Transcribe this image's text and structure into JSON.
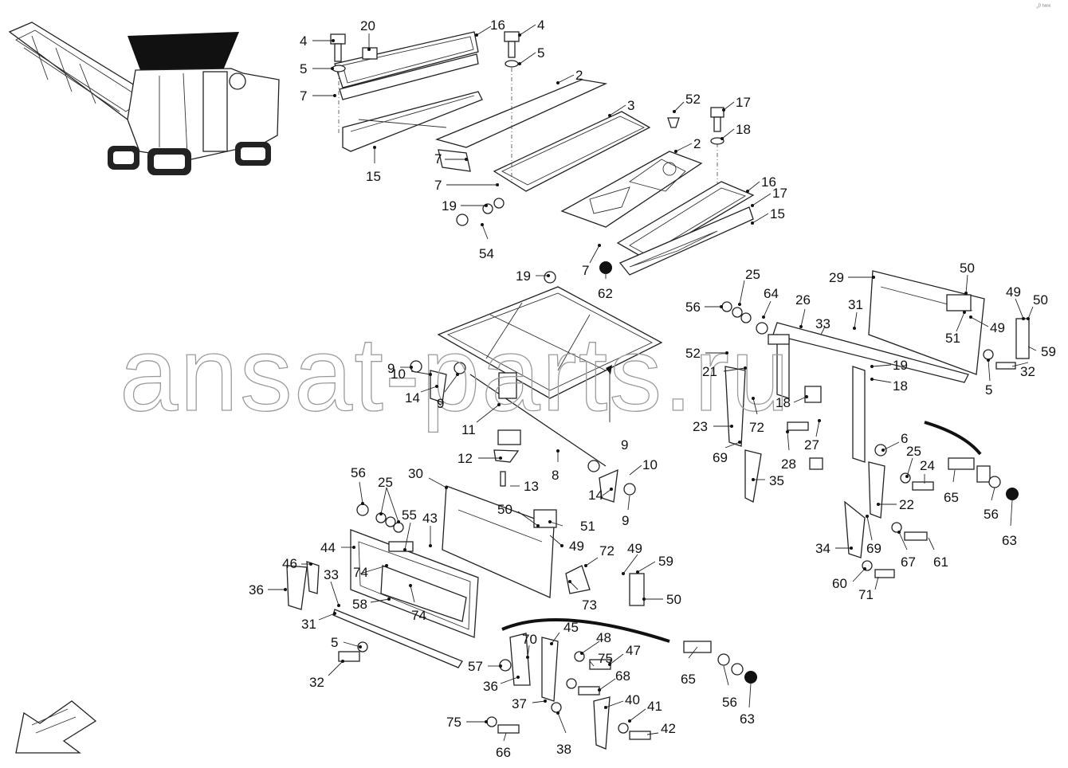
{
  "watermark": "ansat-parts.ru",
  "corner_mark": "₃ᴰ ᵇᵃˢᵉ",
  "labels": {
    "l4a": "4",
    "l20": "20",
    "l16a": "16",
    "l4b": "4",
    "l5a": "5",
    "l5b": "5",
    "l7a": "7",
    "l2a": "2",
    "l3": "3",
    "l52a": "52",
    "l17a": "17",
    "l18a": "18",
    "l2b": "2",
    "l15a": "15",
    "l7b": "7",
    "l7c": "7",
    "l16b": "16",
    "l17b": "17",
    "l15b": "15",
    "l19a": "19",
    "l54": "54",
    "l19b": "19",
    "l7d": "7",
    "l62": "62",
    "l25a": "25",
    "l56a": "56",
    "l64": "64",
    "l26": "26",
    "l31a": "31",
    "l29": "29",
    "l50a": "50",
    "l49a": "49",
    "l50b": "50",
    "l33a": "33",
    "l51a": "51",
    "l49b": "49",
    "l52b": "52",
    "l21": "21",
    "l59a": "59",
    "l32a": "32",
    "l19c": "19",
    "l18b": "18",
    "l5c": "5",
    "l18c": "18",
    "l27": "27",
    "l72a": "72",
    "l23": "23",
    "l69a": "69",
    "l28": "28",
    "l35": "35",
    "l6": "6",
    "l25b": "25",
    "l24": "24",
    "l65a": "65",
    "l56b": "56",
    "l63a": "63",
    "l22": "22",
    "l34": "34",
    "l69b": "69",
    "l67": "67",
    "l61": "61",
    "l60": "60",
    "l71": "71",
    "l9a": "9",
    "l10a": "10",
    "l14a": "14",
    "l9b": "9",
    "l11": "11",
    "l12": "12",
    "l13": "13",
    "l8": "8",
    "l9c": "9",
    "l10b": "10",
    "l14b": "14",
    "l9d": "9",
    "l56c": "56",
    "l25c": "25",
    "l30": "30",
    "l55": "55",
    "l43": "43",
    "l44": "44",
    "l50c": "50",
    "l51b": "51",
    "l49c": "49",
    "l72b": "72",
    "l73": "73",
    "l46": "46",
    "l33b": "33",
    "l74a": "74",
    "l36a": "36",
    "l58": "58",
    "l74b": "74",
    "l31b": "31",
    "l49d": "49",
    "l59b": "59",
    "l50d": "50",
    "l5d": "5",
    "l32b": "32",
    "l57": "57",
    "l70": "70",
    "l45": "45",
    "l48": "48",
    "l75a": "75",
    "l47": "47",
    "l36b": "36",
    "l68": "68",
    "l65b": "65",
    "l56d": "56",
    "l63b": "63",
    "l37": "37",
    "l40": "40",
    "l41": "41",
    "l42": "42",
    "l75b": "75",
    "l66": "66",
    "l38": "38"
  },
  "icons": {
    "machine": "road-milling-machine-icon",
    "direction": "direction-arrow-icon"
  }
}
